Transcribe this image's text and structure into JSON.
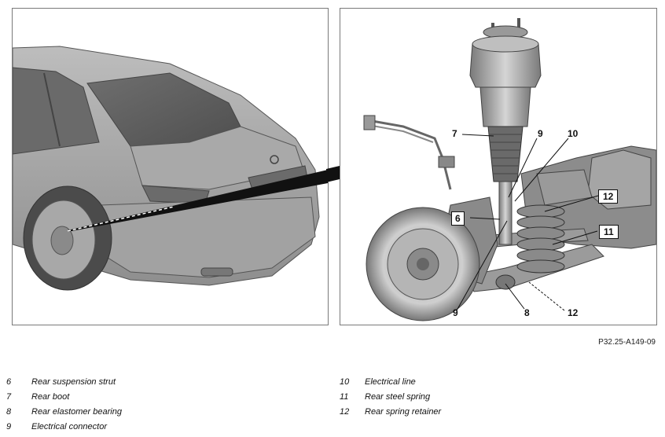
{
  "reference_code": "P32.25-A149-09",
  "callouts": {
    "c7": "7",
    "c9_top": "9",
    "c10": "10",
    "c12_box": "12",
    "c6": "6",
    "c11": "11",
    "c9_bottom": "9",
    "c8": "8",
    "c12_bottom": "12"
  },
  "legend": [
    {
      "num": "6",
      "desc": "Rear suspension strut"
    },
    {
      "num": "7",
      "desc": "Rear boot"
    },
    {
      "num": "8",
      "desc": "Rear elastomer bearing"
    },
    {
      "num": "9",
      "desc": "Electrical connector"
    },
    {
      "num": "10",
      "desc": "Electrical line"
    },
    {
      "num": "11",
      "desc": "Rear steel spring"
    },
    {
      "num": "12",
      "desc": "Rear spring retainer"
    }
  ]
}
